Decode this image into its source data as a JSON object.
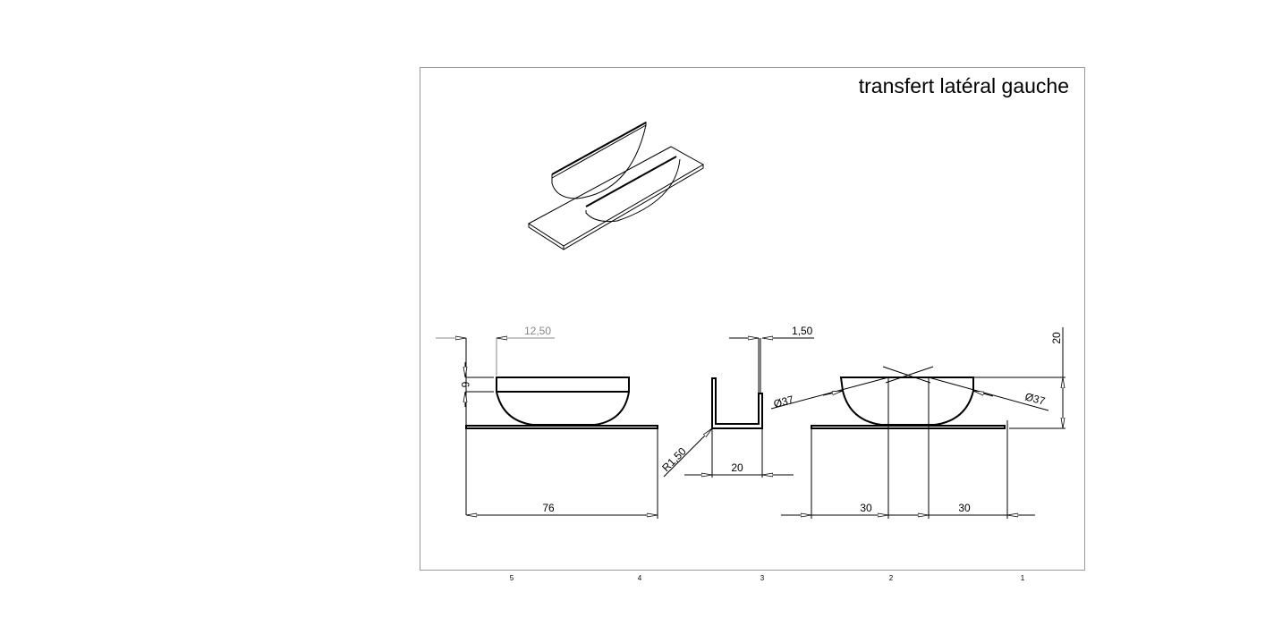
{
  "sheet": {
    "title": "transfert latéral gauche",
    "zones": [
      "5",
      "4",
      "3",
      "2",
      "1"
    ]
  },
  "dimensions": {
    "front_offset": "12,50",
    "front_height": "6",
    "front_length": "76",
    "side_thickness": "1,50",
    "side_radius": "R1,50",
    "side_width": "20",
    "right_diameter_left": "Ø37",
    "right_diameter_right": "Ø37",
    "right_height": "20",
    "right_spacing_left": "30",
    "right_spacing_right": "30"
  }
}
